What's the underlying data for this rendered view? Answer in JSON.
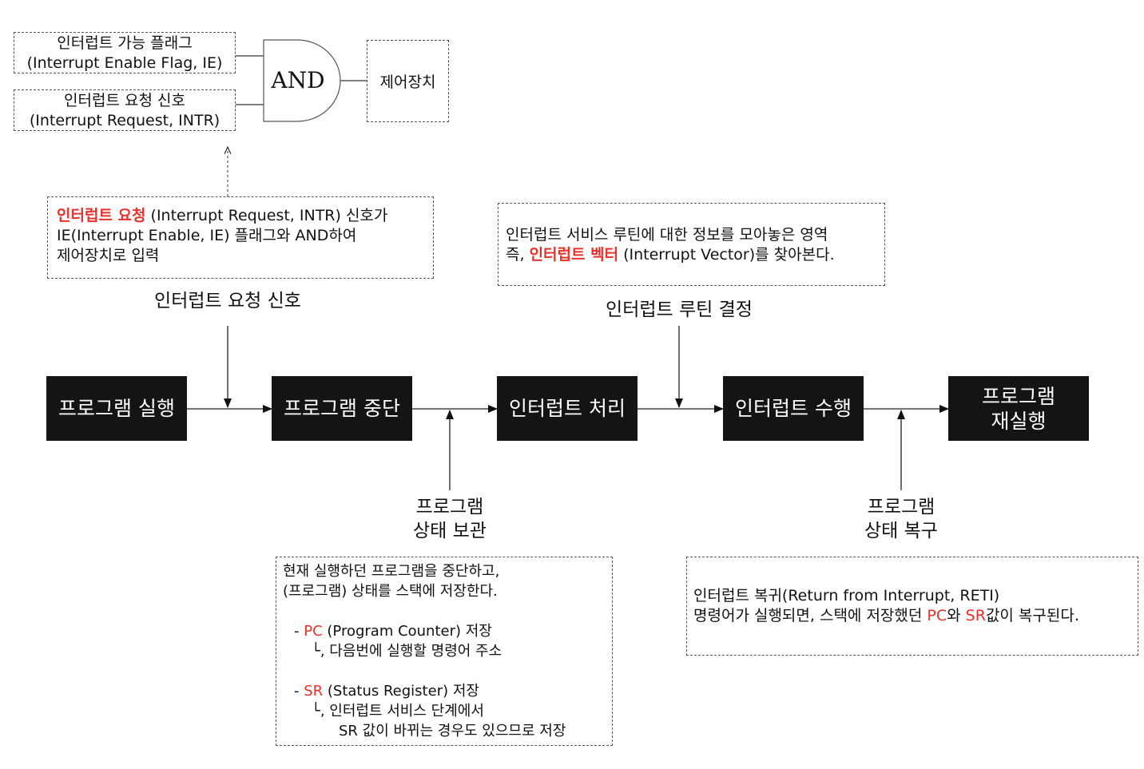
{
  "top": {
    "ie_box": {
      "line1": "인터럽트 가능 플래그",
      "line2": "(Interrupt Enable Flag, IE)"
    },
    "intr_box": {
      "line1": "인터럽트 요청 신호",
      "line2": "(Interrupt Request, INTR)"
    },
    "and_gate": "AND",
    "control_unit": "제어장치"
  },
  "notes": {
    "request": {
      "highlight": "인터럽트 요청",
      "rest1": " (Interrupt Request, INTR) 신호가",
      "line2": "IE(Interrupt Enable, IE) 플래그와 AND하여",
      "line3": "제어장치로 입력"
    },
    "vector": {
      "line1": "인터럽트 서비스 루틴에 대한 정보를 모아놓은 영역",
      "pre2": "즉, ",
      "highlight": "인터럽트 벡터",
      "post2": " (Interrupt Vector)를 찾아본다."
    },
    "save": {
      "line1": "현재 실행하던 프로그램을 중단하고,",
      "line2": "(프로그램) 상태를 스택에 저장한다.",
      "pc_prefix": "- ",
      "pc": "PC",
      "pc_rest": " (Program Counter) 저장",
      "pc_sub": "└, 다음번에 실행할 명령어 주소",
      "sr_prefix": "- ",
      "sr": "SR",
      "sr_rest": " (Status Register) 저장",
      "sr_sub1": "└, 인터럽트 서비스 단계에서",
      "sr_sub2": "SR 값이 바뀌는 경우도 있으므로 저장"
    },
    "restore": {
      "line1": "인터럽트 복귀(Return from Interrupt, RETI)",
      "pre2": "명령어가 실행되면, 스택에 저장했던 ",
      "pc": "PC",
      "mid2": "와 ",
      "sr": "SR",
      "post2": "값이 복구된다."
    }
  },
  "labels": {
    "request_signal": "인터럽트 요청 신호",
    "routine_decision": "인터럽트 루틴 결정",
    "state_save": {
      "line1": "프로그램",
      "line2": "상태 보관"
    },
    "state_restore": {
      "line1": "프로그램",
      "line2": "상태 복구"
    }
  },
  "steps": [
    {
      "label": "프로그램 실행"
    },
    {
      "label": "프로그램 중단"
    },
    {
      "label": "인터럽트 처리"
    },
    {
      "label": "인터럽트 수행"
    },
    {
      "line1": "프로그램",
      "line2": "재실행"
    }
  ],
  "colors": {
    "highlight": "#e8312a",
    "step_fill": "#141414",
    "line": "#222222"
  }
}
